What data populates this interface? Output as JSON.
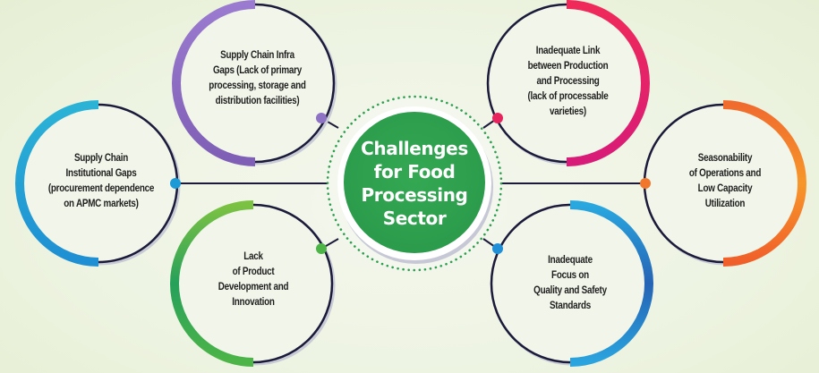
{
  "title": {
    "lines": [
      "Challenges",
      "for Food",
      "Processing",
      "Sector"
    ],
    "color": "#2e9e4f"
  },
  "nodes": [
    {
      "id": "supply-chain-infra-gaps",
      "lines": [
        "Supply Chain Infra",
        "Gaps (Lack of primary",
        "processing, storage and",
        "distribution facilities)"
      ],
      "accent": "#8a6bbf",
      "position": "top-left"
    },
    {
      "id": "inadequate-link-production-processing",
      "lines": [
        "Inadequate Link",
        "between Production",
        "and Processing",
        "(lack of processable",
        "varieties)"
      ],
      "accent": "#e8245e",
      "position": "top-right"
    },
    {
      "id": "supply-chain-institutional-gaps",
      "lines": [
        "Supply Chain",
        "Institutional Gaps",
        "(procurement dependence",
        "on APMC markets)"
      ],
      "accent": "#1b9ad6",
      "position": "left"
    },
    {
      "id": "seasonability-low-capacity",
      "lines": [
        "Seasonability",
        "of Operations and",
        "Low Capacity",
        "Utilization"
      ],
      "accent": "#f0772b",
      "position": "right"
    },
    {
      "id": "lack-product-development",
      "lines": [
        "Lack",
        "of Product",
        "Development and",
        "Innovation"
      ],
      "accent": "#3aa85a",
      "position": "bottom-left"
    },
    {
      "id": "inadequate-quality-safety",
      "lines": [
        "Inadequate",
        "Focus on",
        "Quality and Safety",
        "Standards"
      ],
      "accent": "#2a78c8",
      "position": "bottom-right"
    }
  ]
}
